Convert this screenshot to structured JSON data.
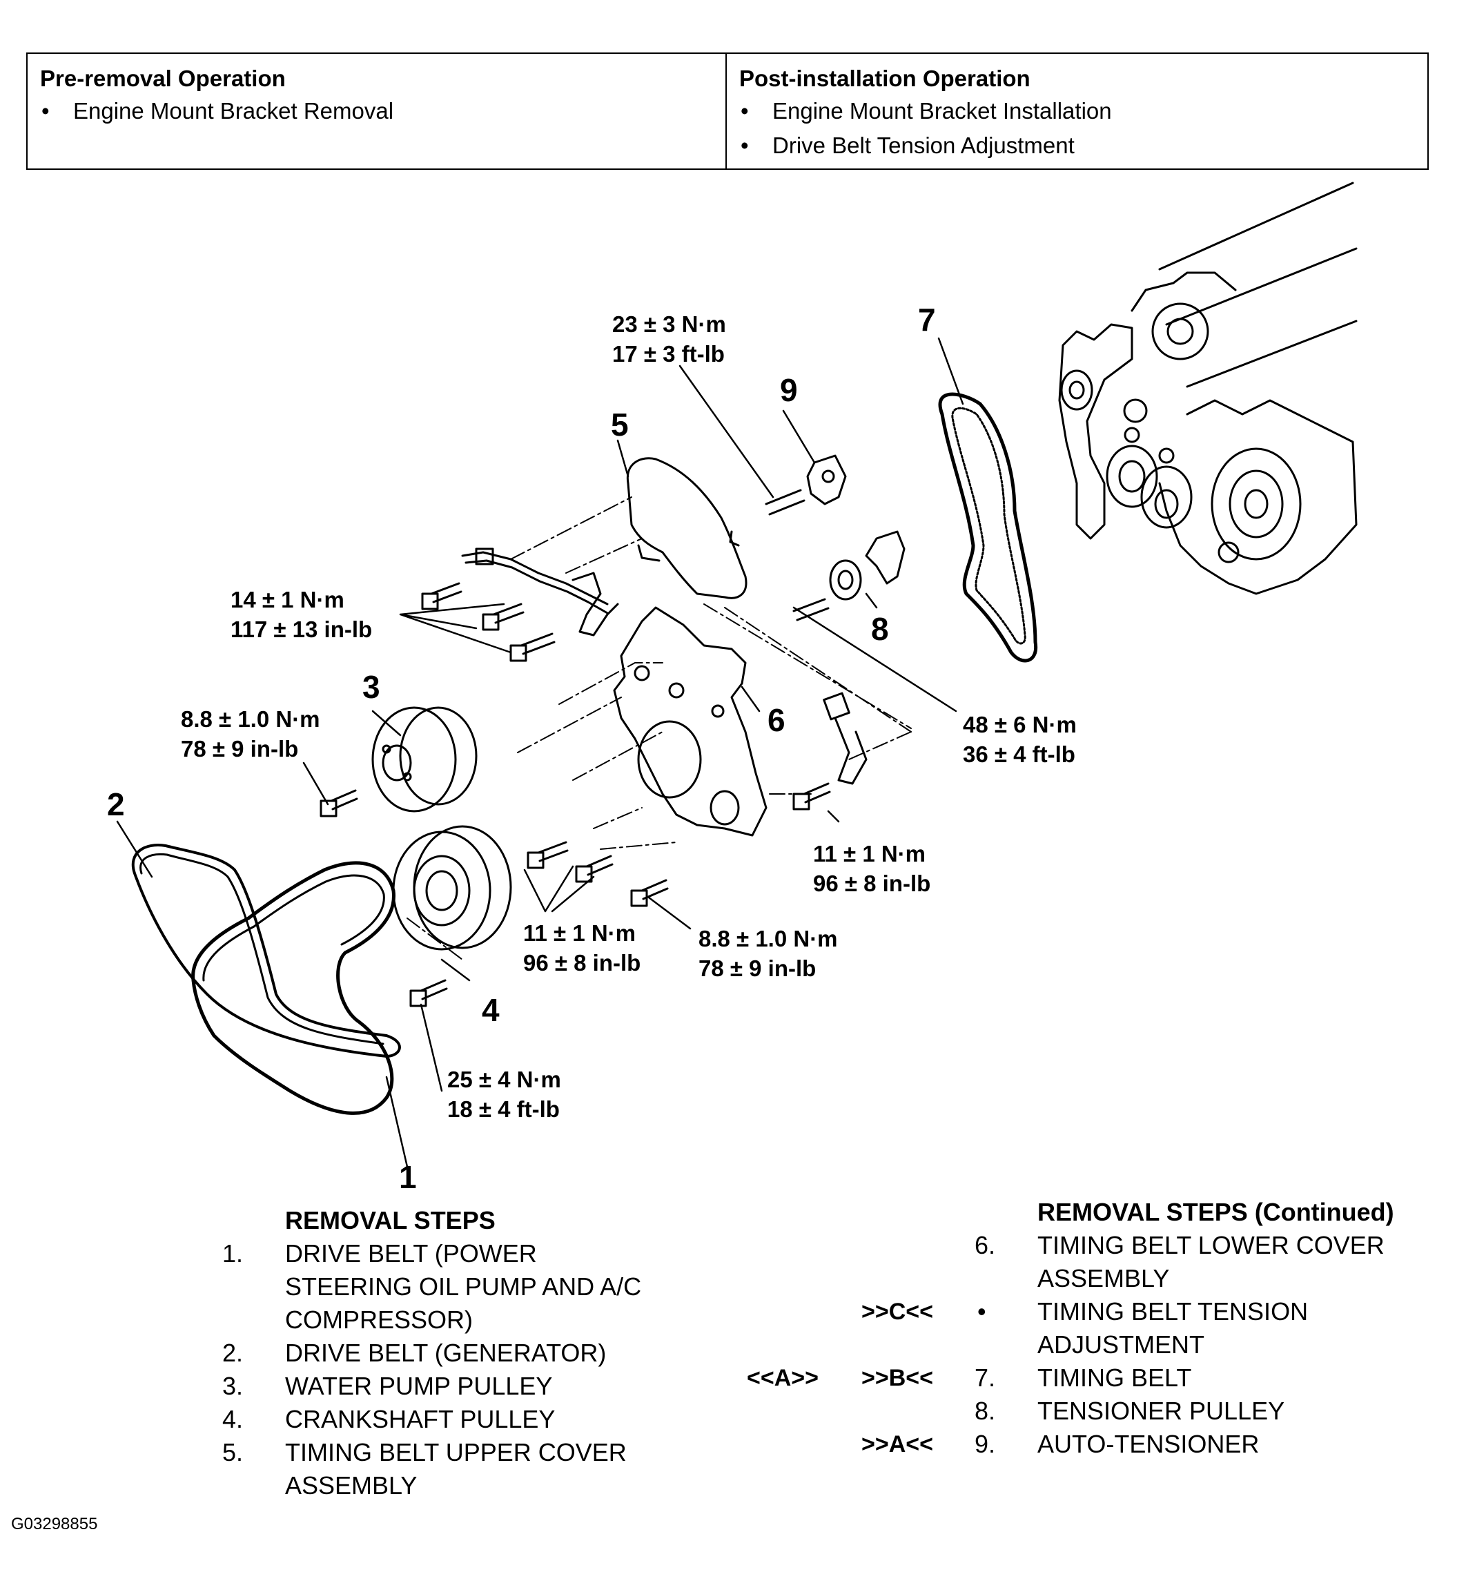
{
  "operations": {
    "pre_title": "Pre-removal Operation",
    "pre_items": [
      "Engine Mount Bracket Removal"
    ],
    "post_title": "Post-installation Operation",
    "post_items": [
      "Engine Mount Bracket Installation",
      "Drive Belt Tension Adjustment"
    ]
  },
  "diagram": {
    "part_numbers": [
      "1",
      "2",
      "3",
      "4",
      "5",
      "6",
      "7",
      "8",
      "9"
    ],
    "torque_labels": [
      {
        "nm": "23 ± 3 N·m",
        "imperial": "17 ± 3 ft-lb"
      },
      {
        "nm": "14 ± 1 N·m",
        "imperial": "117 ± 13 in-lb"
      },
      {
        "nm": "8.8 ± 1.0 N·m",
        "imperial": "78 ± 9 in-lb"
      },
      {
        "nm": "48 ± 6 N·m",
        "imperial": "36 ± 4 ft-lb"
      },
      {
        "nm": "11 ± 1 N·m",
        "imperial": "96 ± 8 in-lb"
      },
      {
        "nm": "11 ± 1 N·m",
        "imperial": "96 ± 8 in-lb"
      },
      {
        "nm": "8.8 ± 1.0 N·m",
        "imperial": "78 ± 9 in-lb"
      },
      {
        "nm": "25 ± 4 N·m",
        "imperial": "18 ± 4 ft-lb"
      }
    ]
  },
  "removal_steps": {
    "title": "REMOVAL STEPS",
    "steps": [
      {
        "num": "1.",
        "lines": [
          "DRIVE BELT (POWER",
          "STEERING OIL PUMP AND A/C",
          "COMPRESSOR)"
        ]
      },
      {
        "num": "2.",
        "lines": [
          "DRIVE BELT (GENERATOR)"
        ]
      },
      {
        "num": "3.",
        "lines": [
          "WATER PUMP PULLEY"
        ]
      },
      {
        "num": "4.",
        "lines": [
          "CRANKSHAFT PULLEY"
        ]
      },
      {
        "num": "5.",
        "lines": [
          "TIMING BELT UPPER COVER",
          "ASSEMBLY"
        ]
      }
    ]
  },
  "removal_steps_continued": {
    "title": "REMOVAL STEPS (Continued)",
    "steps": [
      {
        "num": "6.",
        "install": "",
        "remove": "",
        "lines": [
          "TIMING BELT LOWER COVER",
          "ASSEMBLY"
        ]
      },
      {
        "num": "•",
        "install": ">>C<<",
        "remove": "",
        "lines": [
          "TIMING BELT TENSION",
          "ADJUSTMENT"
        ]
      },
      {
        "num": "7.",
        "install": ">>B<<",
        "remove": "<<A>>",
        "lines": [
          "TIMING BELT"
        ]
      },
      {
        "num": "8.",
        "install": "",
        "remove": "",
        "lines": [
          "TENSIONER PULLEY"
        ]
      },
      {
        "num": "9.",
        "install": ">>A<<",
        "remove": "",
        "lines": [
          "AUTO-TENSIONER"
        ]
      }
    ]
  },
  "figure_id": "G03298855"
}
